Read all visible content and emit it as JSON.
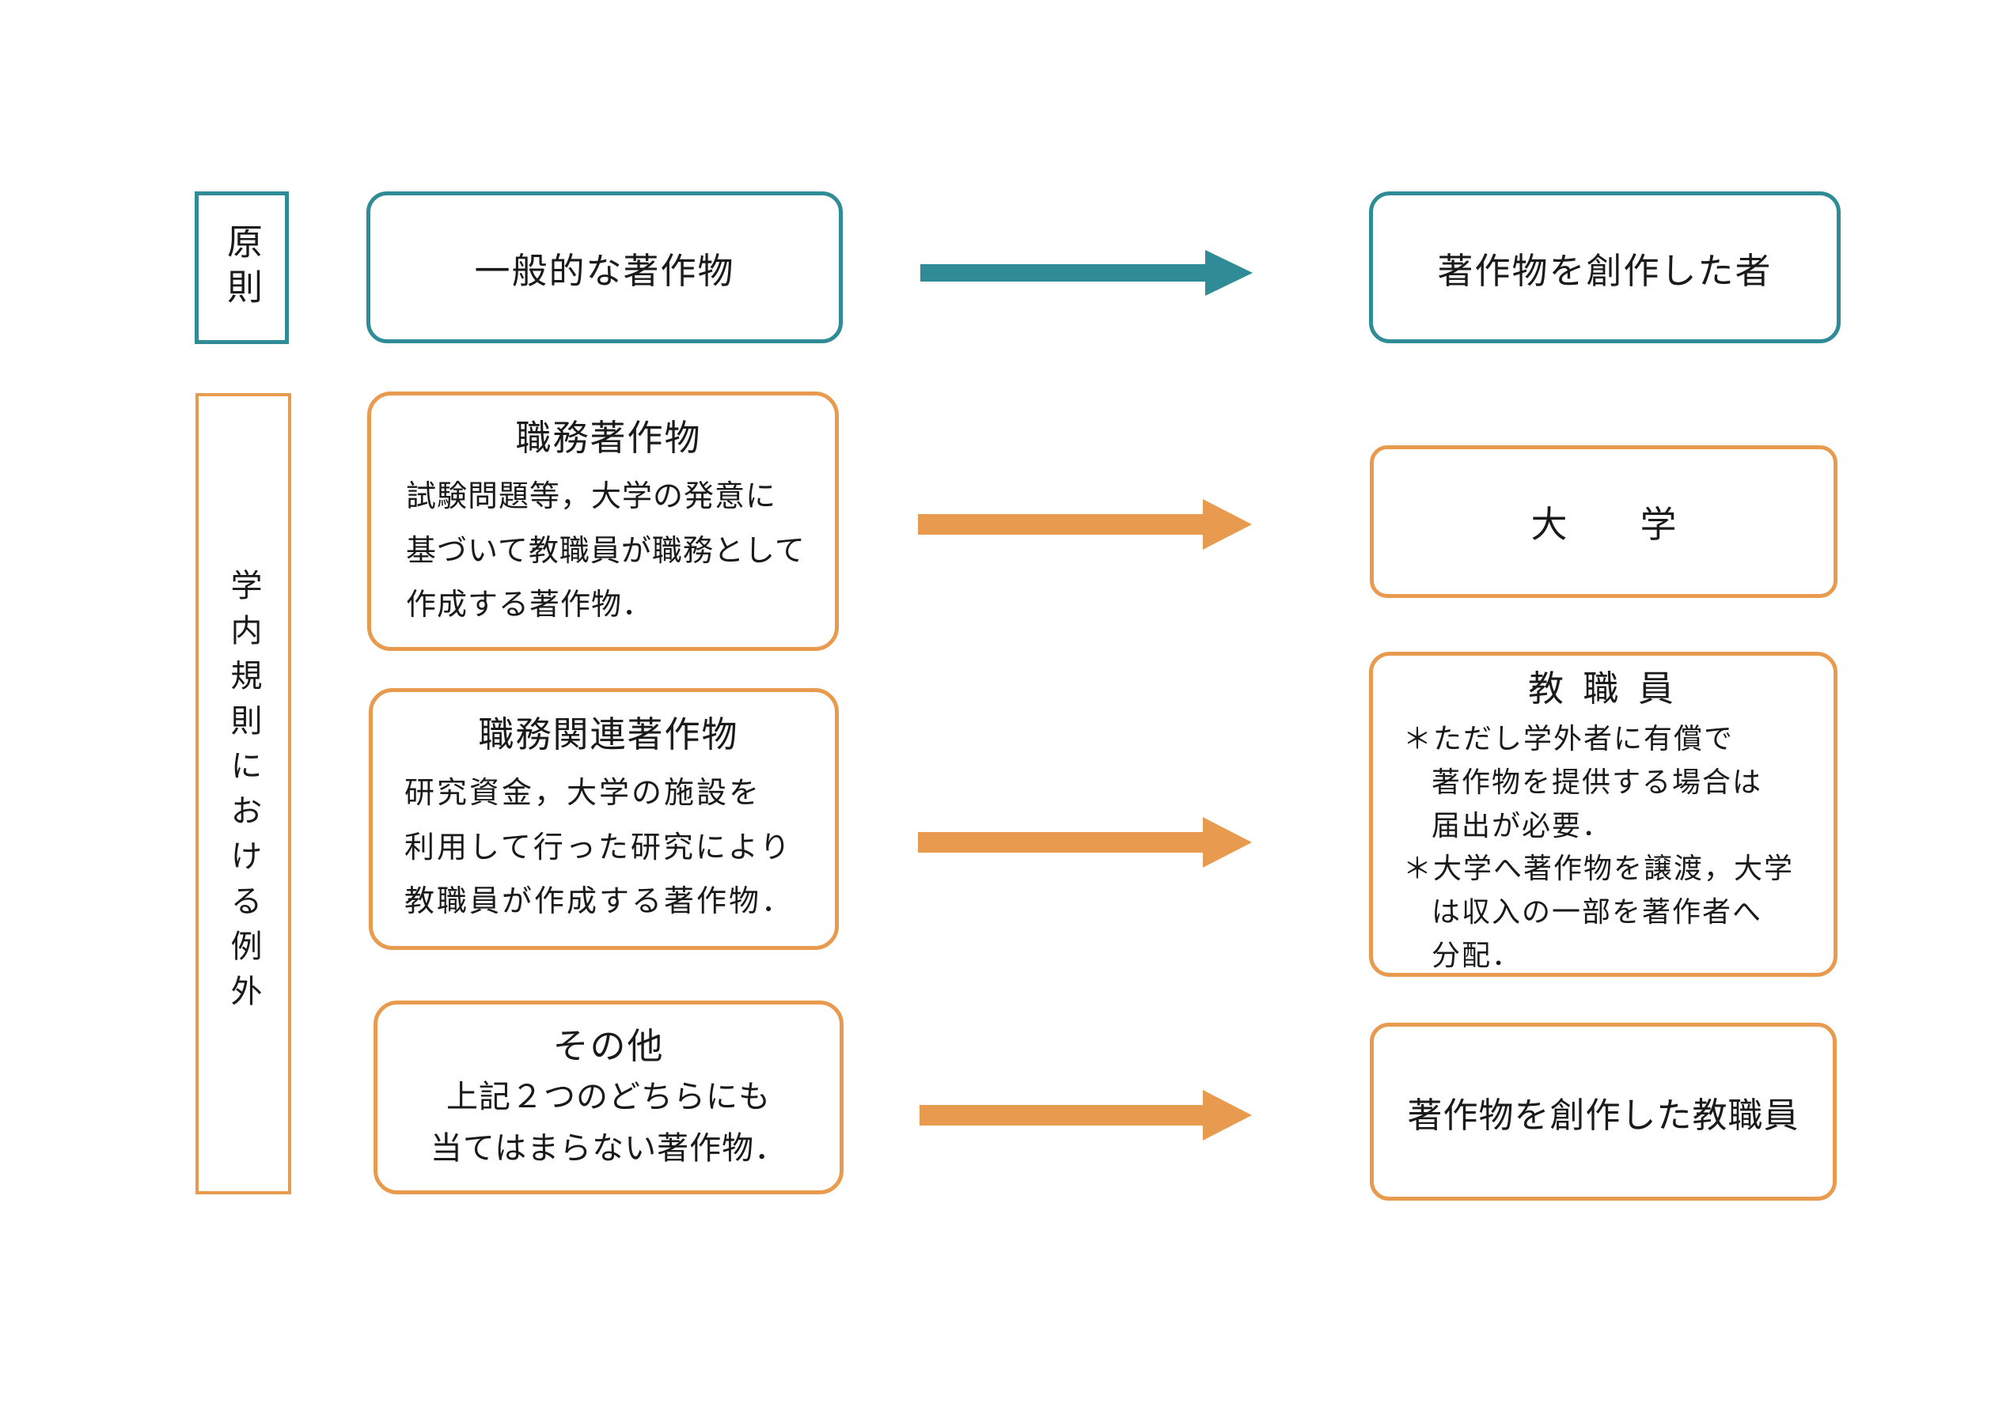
{
  "colors": {
    "teal": "#2F8C96",
    "orange": "#E89B4F",
    "text": "#1A1A1A",
    "background": "#FFFFFF"
  },
  "principle_row": {
    "label": "原則",
    "source_box": {
      "title": "一般的な著作物"
    },
    "result_box": {
      "title": "著作物を創作した者"
    }
  },
  "exception_section": {
    "label": "学内規則における例外",
    "rows": [
      {
        "source_box": {
          "title": "職務著作物",
          "body_lines": [
            "試験問題等，大学の発意に",
            "基づいて教職員が職務として",
            "作成する著作物．"
          ]
        },
        "result_box": {
          "title": "大　　学"
        }
      },
      {
        "source_box": {
          "title": "職務関連著作物",
          "body_lines": [
            "研究資金，大学の施設を",
            "利用して行った研究により",
            "教職員が作成する著作物．"
          ]
        },
        "result_box": {
          "title": "教 職 員",
          "notes": [
            {
              "lines": [
                "＊ただし学外者に有償で",
                "著作物を提供する場合は",
                "届出が必要．"
              ]
            },
            {
              "lines": [
                "＊大学へ著作物を譲渡，大学",
                "は収入の一部を著作者へ",
                "分配．"
              ]
            }
          ]
        }
      },
      {
        "source_box": {
          "title": "その他",
          "body_lines": [
            "上記２つのどちらにも",
            "当てはまらない著作物．"
          ]
        },
        "result_box": {
          "title": "著作物を創作した教職員"
        }
      }
    ]
  }
}
